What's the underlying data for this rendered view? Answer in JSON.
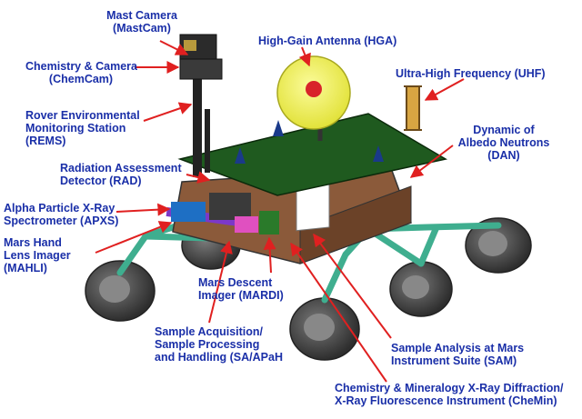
{
  "labels": {
    "mastcam": [
      "Mast Camera",
      "(MastCam)"
    ],
    "chemcam": [
      "Chemistry & Camera",
      "(ChemCam)"
    ],
    "hga": [
      "High-Gain Antenna (HGA)"
    ],
    "uhf": [
      "Ultra-High Frequency (UHF)"
    ],
    "rems": [
      "Rover Environmental",
      "Monitoring Station",
      "(REMS)"
    ],
    "dan": [
      "Dynamic of",
      "Albedo Neutrons",
      "(DAN)"
    ],
    "rad": [
      "Radiation Assessment",
      "Detector (RAD)"
    ],
    "apxs": [
      "Alpha Particle X-Ray",
      "Spectrometer (APXS)"
    ],
    "mahli": [
      "Mars Hand",
      "Lens Imager",
      "(MAHLI)"
    ],
    "mardi": [
      "Mars Descent",
      "Imager (MARDI)"
    ],
    "sa": [
      "Sample Acquisition/",
      "Sample Processing",
      "and Handling (SA/APaH"
    ],
    "sam": [
      "Sample Analysis at Mars",
      "Instrument Suite (SAM)"
    ],
    "chemin": [
      "Chemistry & Mineralogy X-Ray Diffraction/",
      "X-Ray Fluorescence Instrument (CheMin)"
    ]
  },
  "colors": {
    "label_text": "#1a2fa8",
    "arrow": "#e02020",
    "deck": "#1f5a1f",
    "wheel": "#4a4a4a",
    "suspension": "#3fae8f",
    "antenna": "#f3f36a",
    "body_panel": "#8b5a3a"
  }
}
